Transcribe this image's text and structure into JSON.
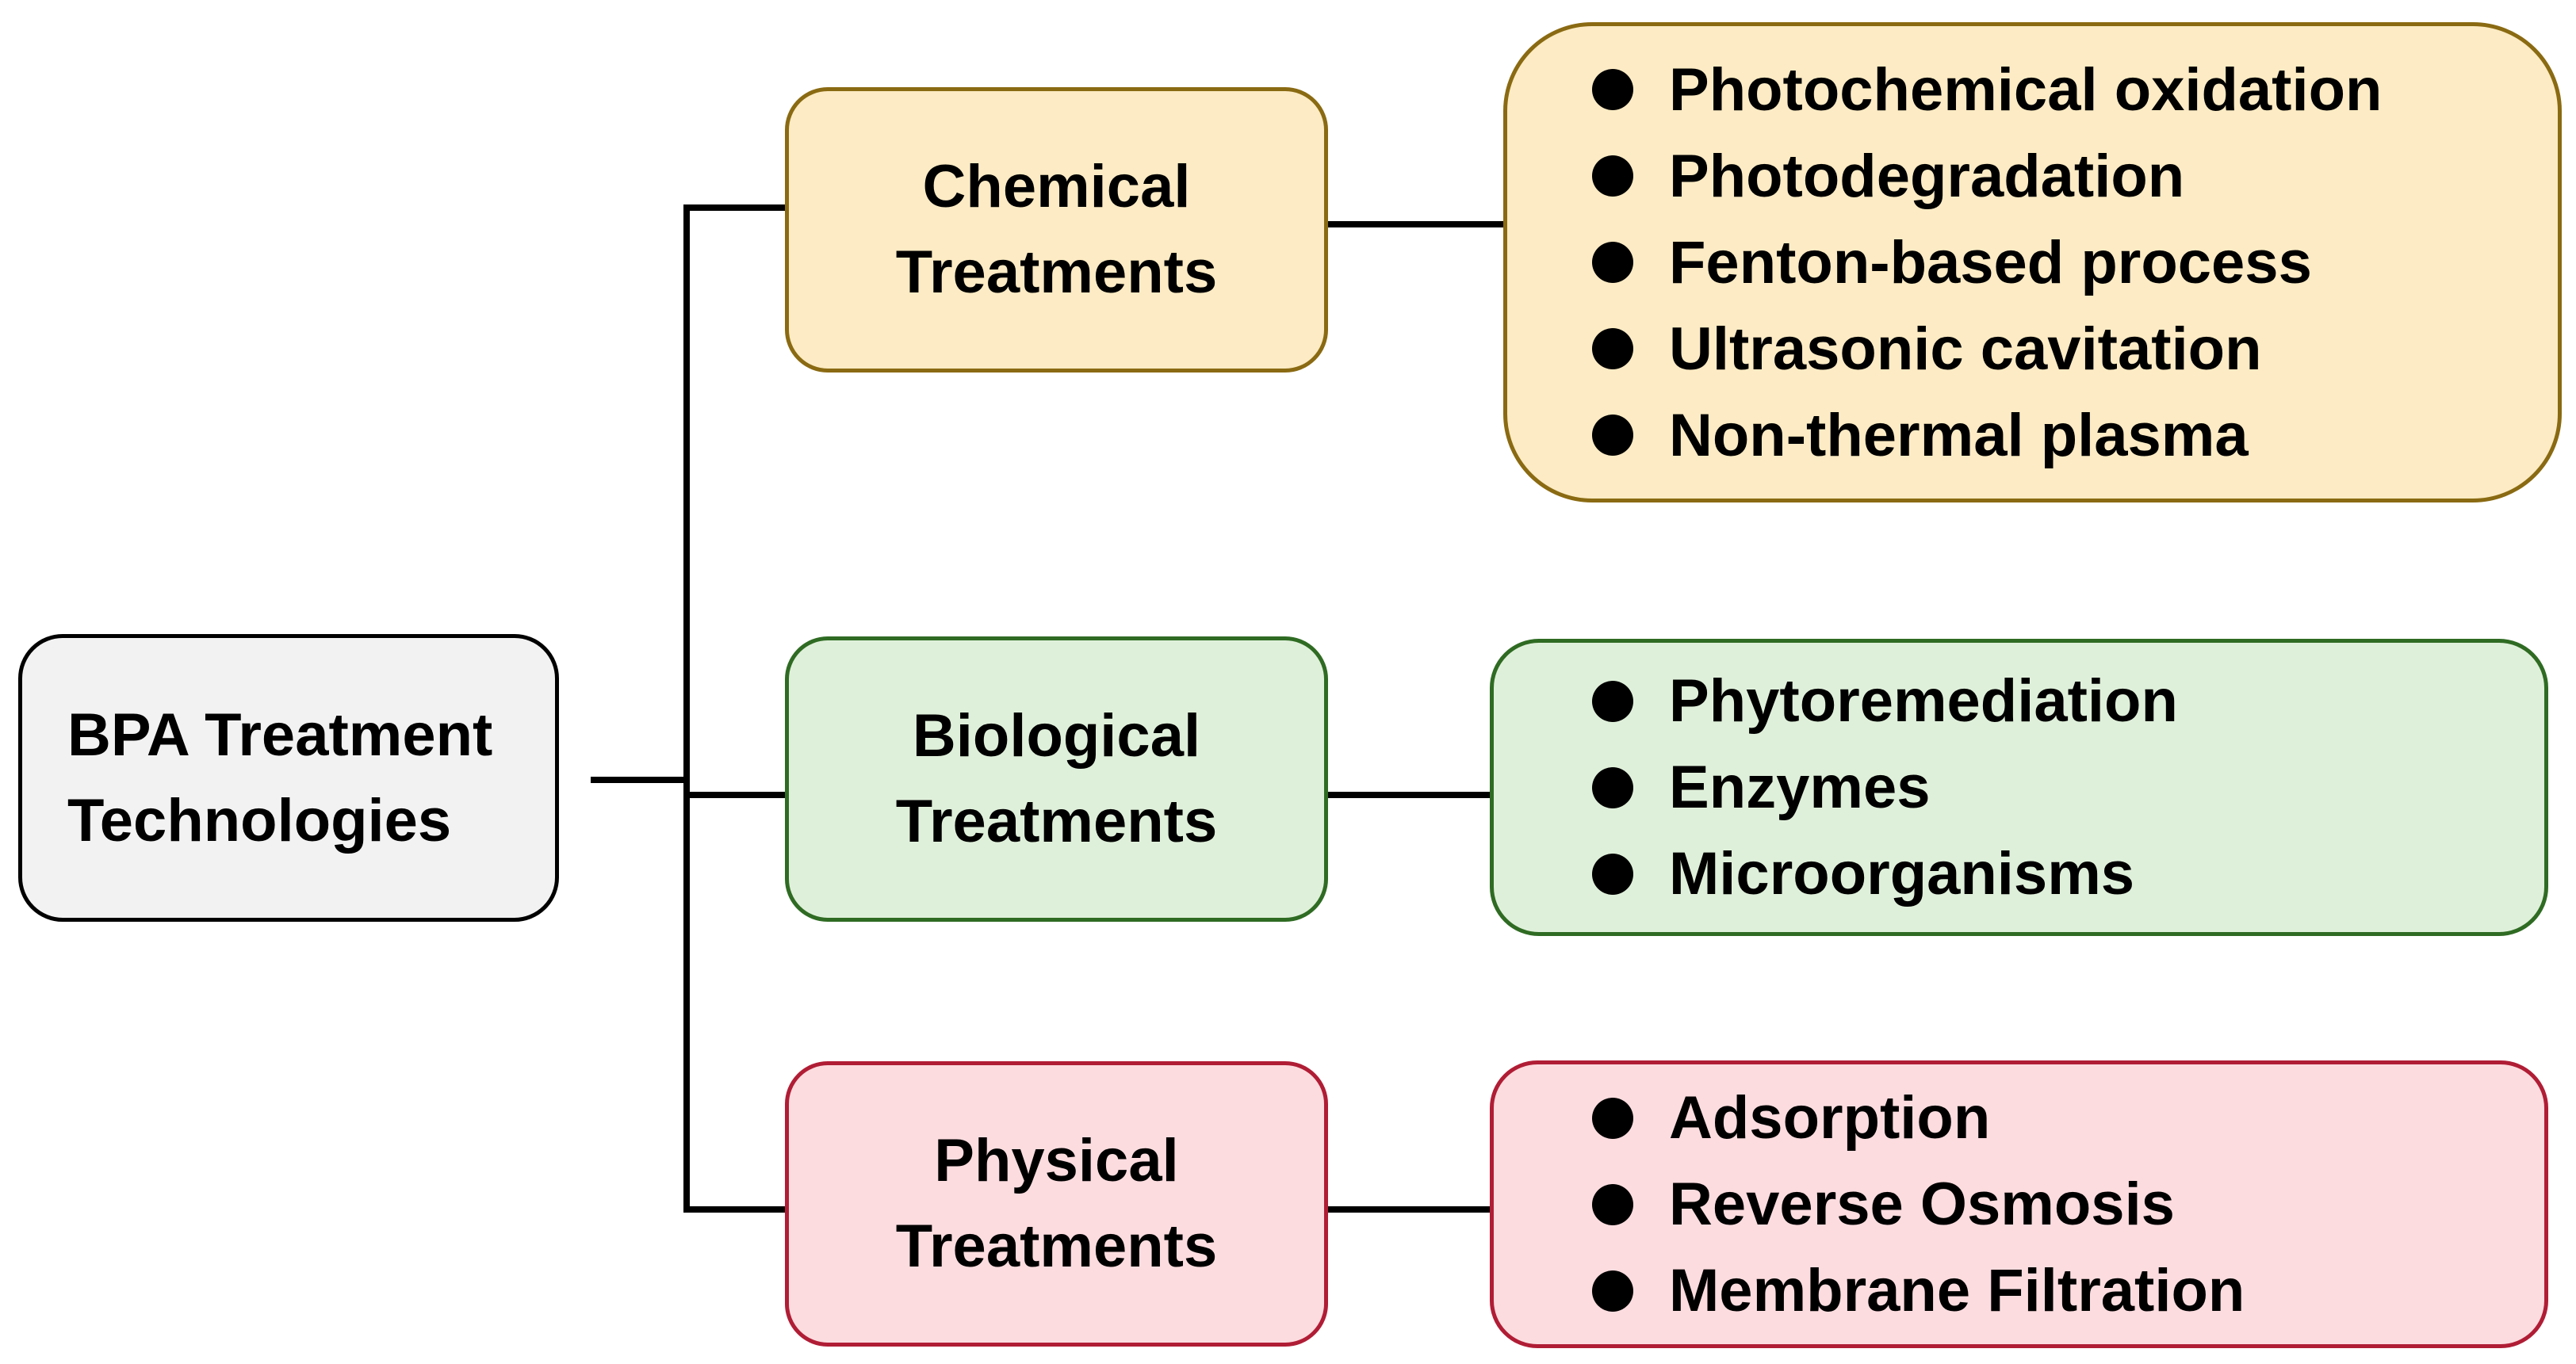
{
  "colors": {
    "root_fill": "#f2f2f2",
    "root_stroke": "#000000",
    "chemical_fill": "#fcebc4",
    "chemical_stroke": "#8a6a12",
    "biological_fill": "#dff0da",
    "biological_stroke": "#2f6b23",
    "physical_fill": "#fcdcdf",
    "physical_stroke": "#b01d35",
    "connector": "#000000"
  },
  "root": {
    "title_line1": "BPA Treatment",
    "title_line2": "Technologies"
  },
  "categories": [
    {
      "id": "chemical",
      "title_line1": "Chemical",
      "title_line2": "Treatments",
      "items": [
        "Photochemical oxidation",
        "Photodegradation",
        "Fenton-based process",
        "Ultrasonic cavitation",
        "Non-thermal plasma"
      ]
    },
    {
      "id": "biological",
      "title_line1": "Biological",
      "title_line2": "Treatments",
      "items": [
        "Phytoremediation",
        "Enzymes",
        "Microorganisms"
      ]
    },
    {
      "id": "physical",
      "title_line1": "Physical",
      "title_line2": "Treatments",
      "items": [
        "Adsorption",
        "Reverse Osmosis",
        "Membrane Filtration"
      ]
    }
  ]
}
